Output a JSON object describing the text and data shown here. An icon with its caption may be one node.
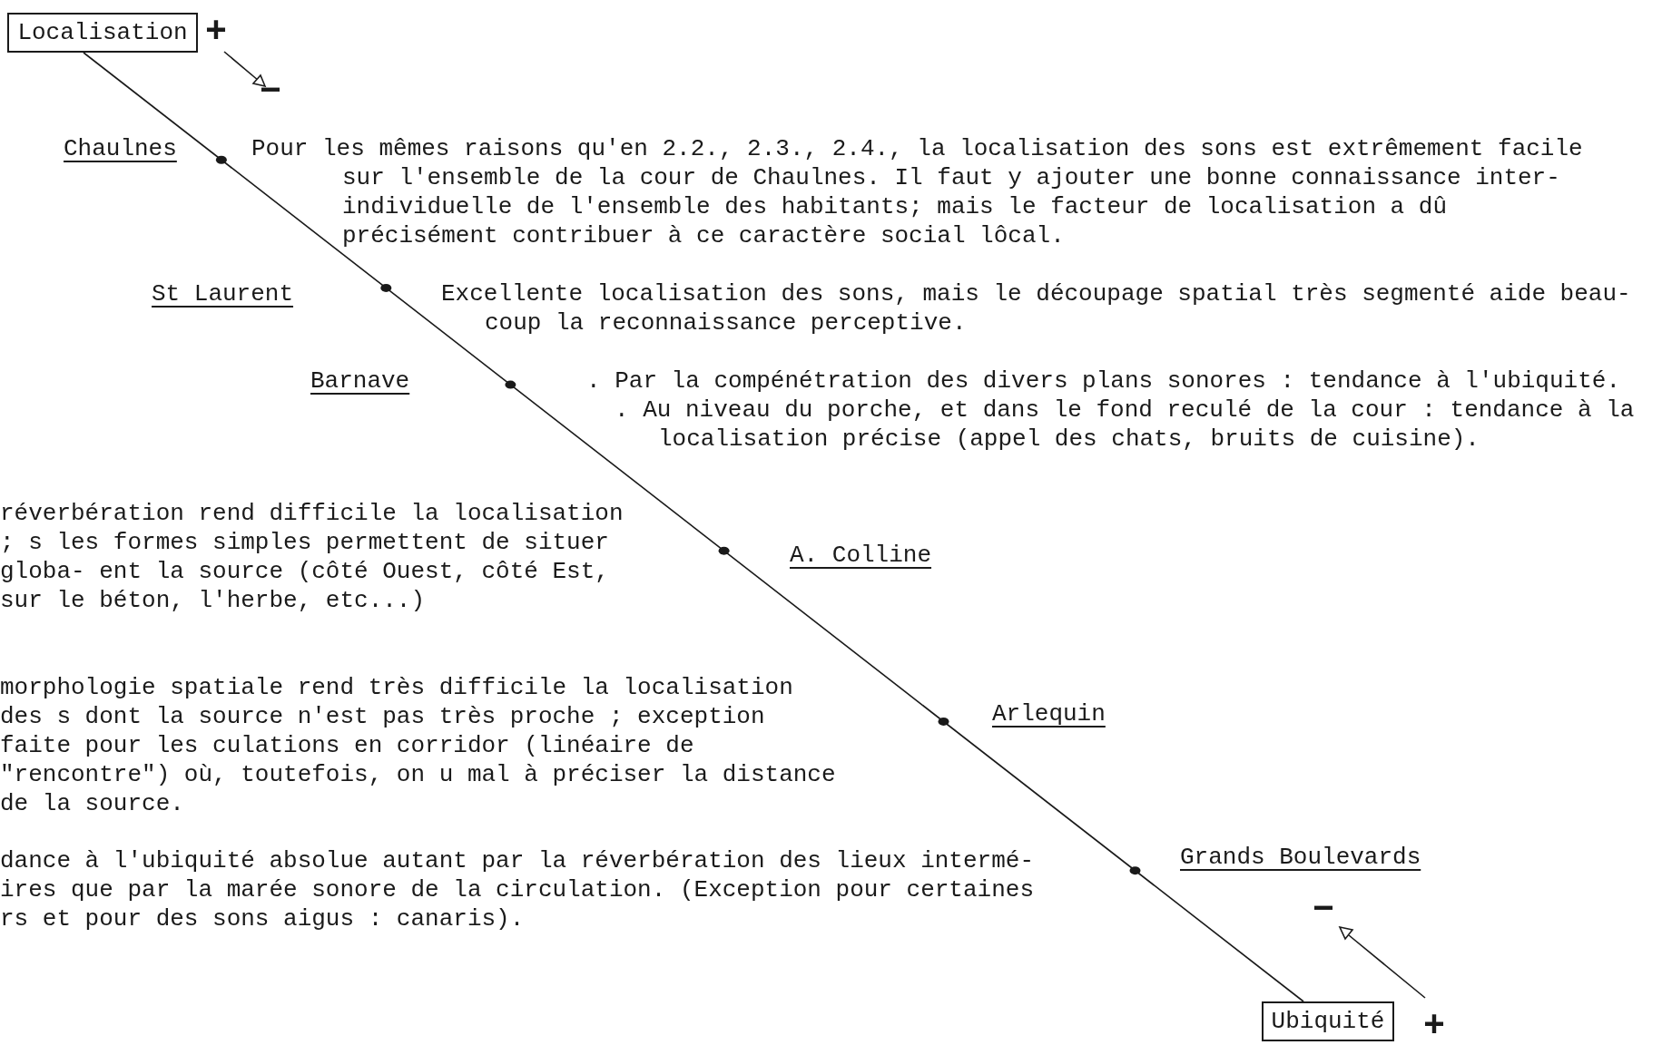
{
  "diagram": {
    "nodes": [
      {
        "text": [
          "Localisation"
        ]
      },
      {
        "text": [
          "Ubiquité"
        ]
      }
    ],
    "edges": [
      {
        "from": 0,
        "to": 1,
        "arrow": "none"
      }
    ],
    "labels": [
      "+",
      "−",
      "Chaulnes",
      "Pour les mêmes raisons qu'en 2.2., 2.3., 2.4., la localisation des sons est extrêmement facile sur l'ensemble de la cour de Chaulnes. Il faut y ajouter une bonne connaissance inter- individuelle de l'ensemble des habitants; mais le facteur de localisation a dû précisément contribuer à ce caractère social lôcal.",
      "St Laurent",
      "Excellente localisation des sons, mais le découpage spatial très segmenté aide beau- coup la reconnaissance perceptive.",
      "Barnave",
      ". Par la compénétration des divers plans sonores : tendance à l'ubiquité.",
      ". Au niveau du porche, et dans le fond reculé de la cour : tendance à la localisation précise (appel des chats, bruits de cuisine).",
      "réverbération rend difficile la localisation ; s les formes simples permettent de situer globa- ent la source (côté Ouest, côté Est, sur le béton, l'herbe, etc...)",
      "A. Colline",
      "morphologie spatiale rend très difficile la localisation des s dont la source n'est pas très proche ; exception faite pour les culations en corridor (linéaire de \"rencontre\") où, toutefois, on u mal à préciser la distance de la source.",
      "Arlequin",
      "dance à l'ubiquité absolue autant par la réverbération des lieux intermé- ires que par la marée sonore de la circulation. (Exception pour certaines rs et pour des sons aigus : canaris).",
      "Grands Boulevards",
      "−",
      "+"
    ]
  }
}
